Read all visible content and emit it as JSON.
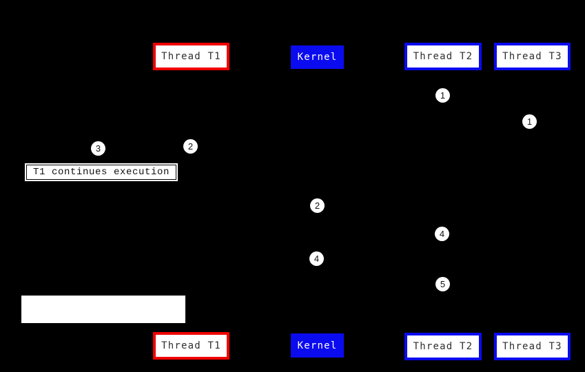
{
  "colors": {
    "background": "#000000",
    "t1_box_border": "#f10000",
    "t2_t3_box_border": "#0b0bf0",
    "kernel_box_fill": "#0b0bf0",
    "box_fill": "#ffffff",
    "box_text": "#2e2e2e",
    "kernel_text": "#ffffff"
  },
  "top_row": {
    "thread_t1": "Thread T1",
    "kernel": "Kernel",
    "thread_t2": "Thread T2",
    "thread_t3": "Thread T3"
  },
  "bottom_row": {
    "thread_t1": "Thread T1",
    "kernel": "Kernel",
    "thread_t2": "Thread T2",
    "thread_t3": "Thread T3"
  },
  "step_markers": [
    "1",
    "1",
    "3",
    "2",
    "2",
    "4",
    "4",
    "5"
  ],
  "annotation": {
    "text": "T1 continues execution"
  }
}
